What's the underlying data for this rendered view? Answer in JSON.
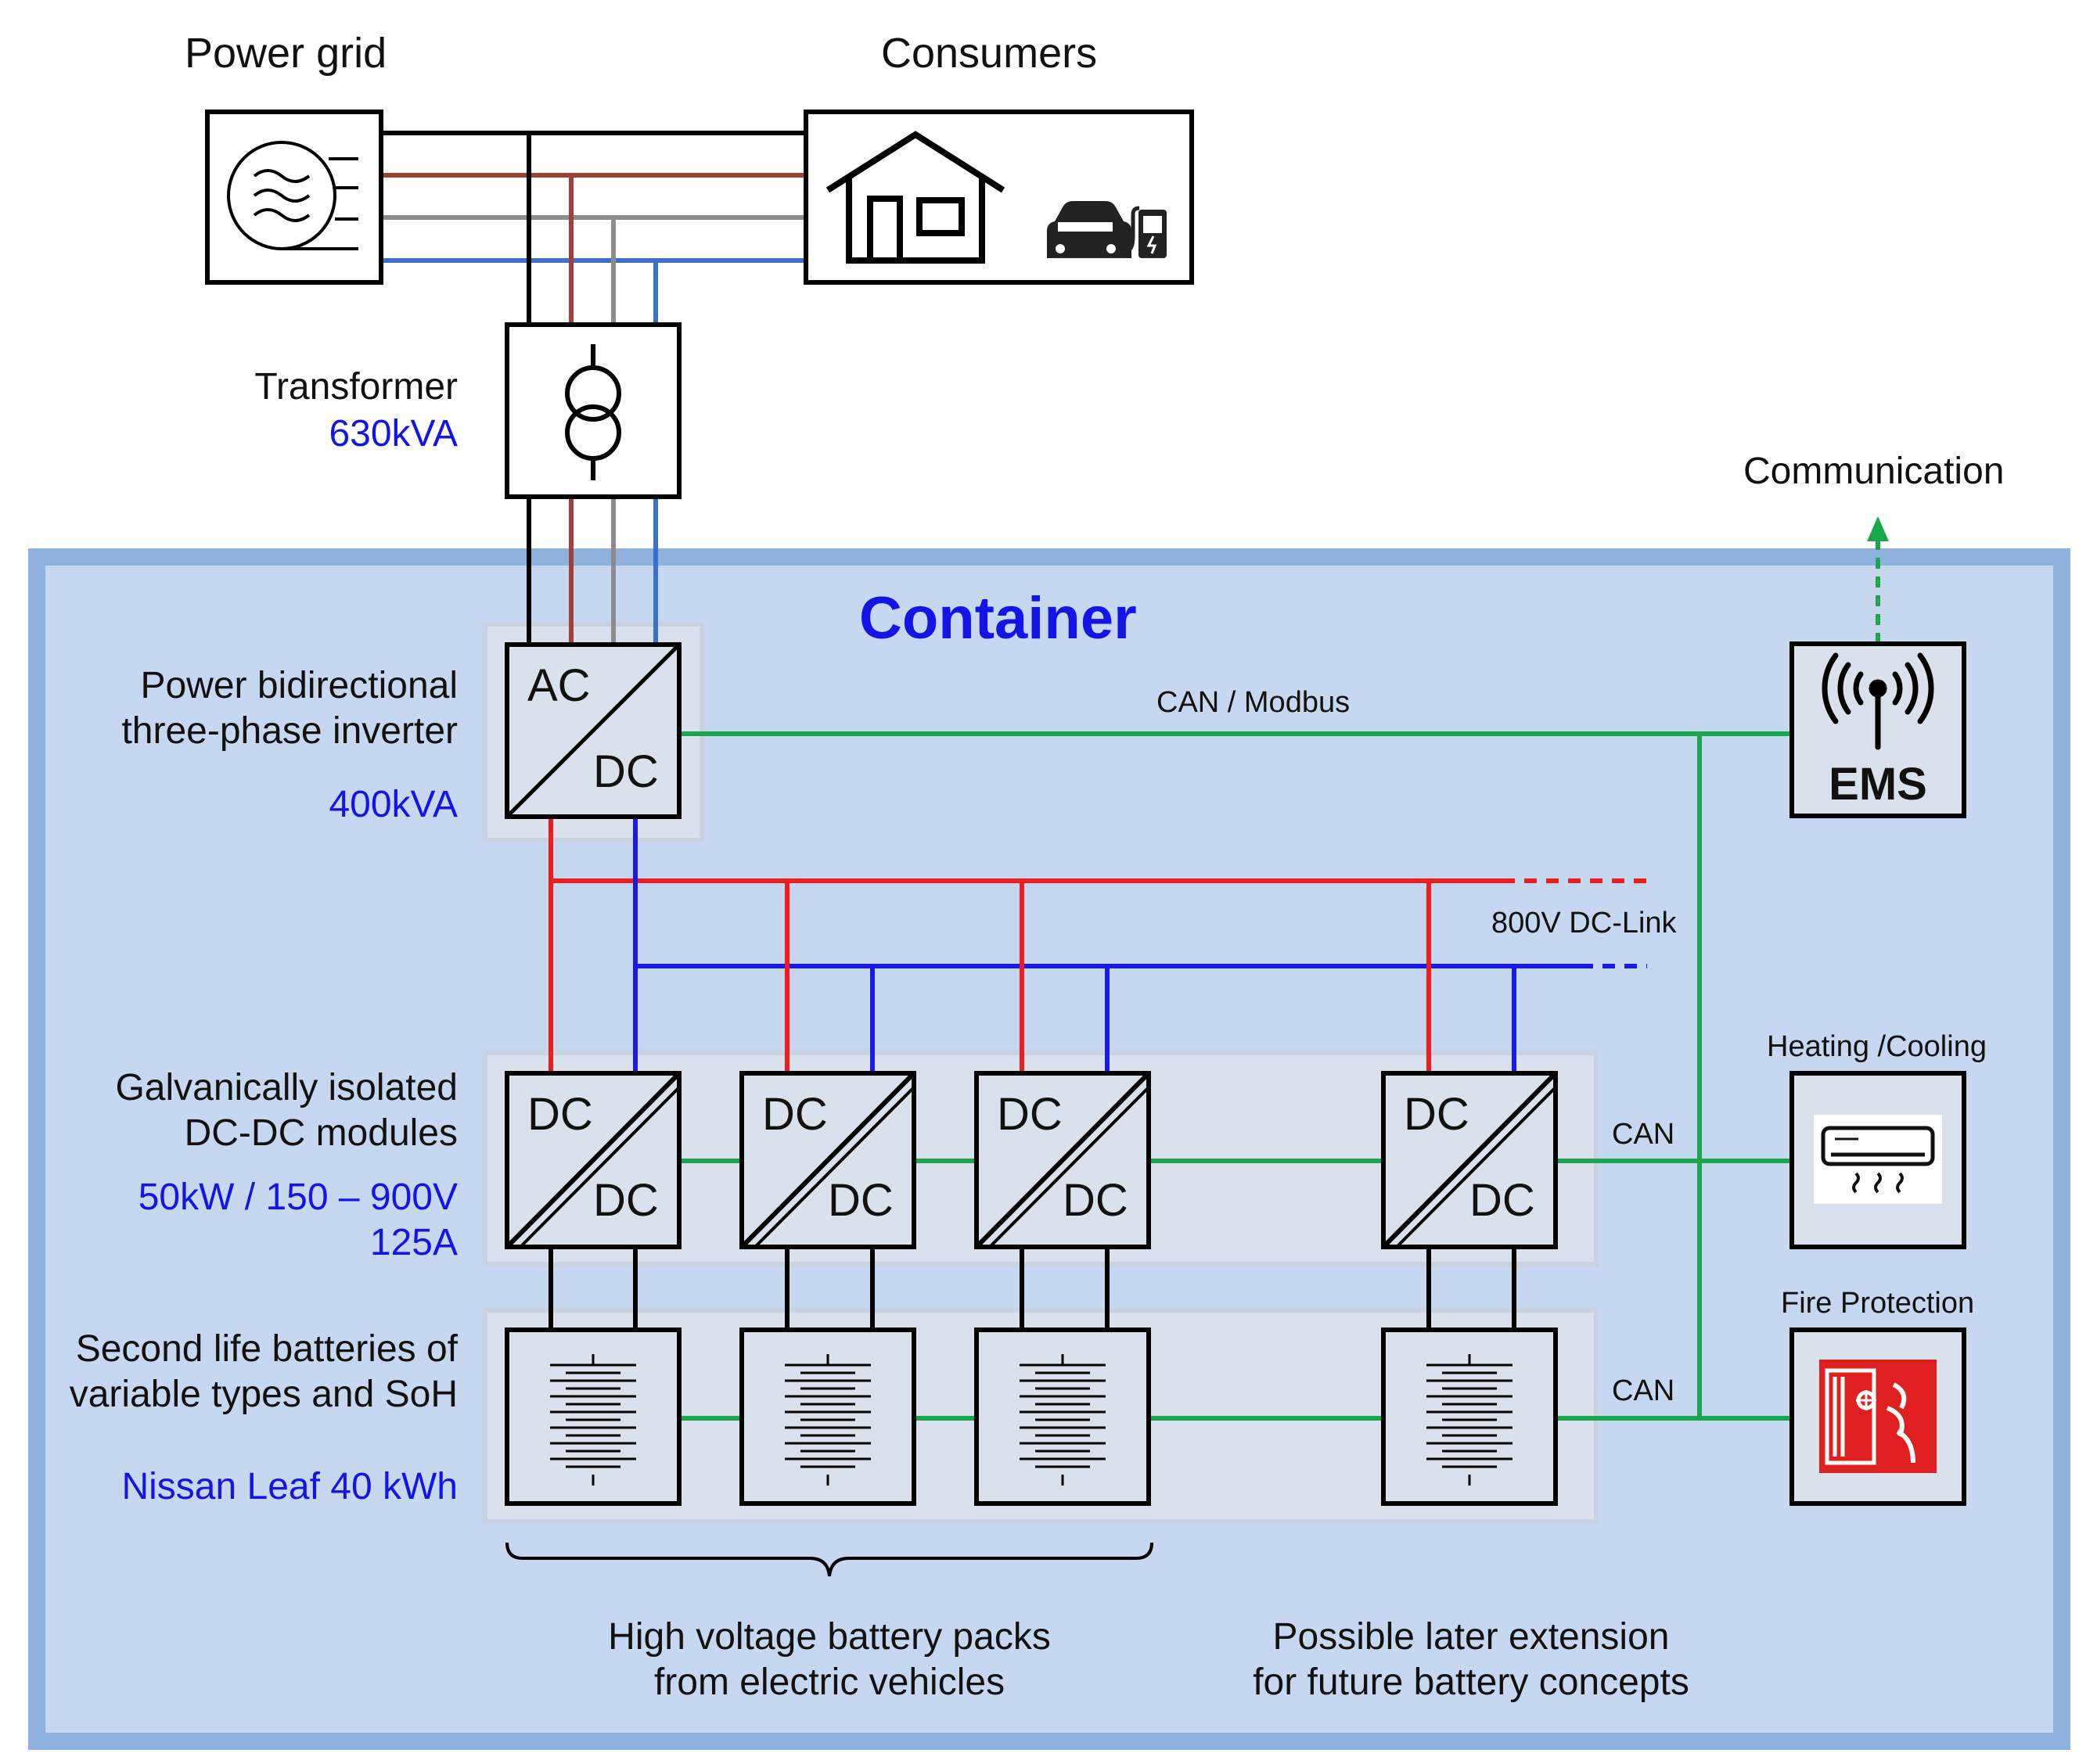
{
  "header": {
    "power_grid": "Power grid",
    "consumers": "Consumers"
  },
  "transformer": {
    "label": "Transformer",
    "rating": "630kVA"
  },
  "container": {
    "title": "Container"
  },
  "inverter": {
    "label_line1": "Power bidirectional",
    "label_line2": "three-phase inverter",
    "rating": "400kVA",
    "ac": "AC",
    "dc": "DC"
  },
  "bus": {
    "can_modbus": "CAN / Modbus",
    "dc_link": "800V DC-Link",
    "can_1": "CAN",
    "can_2": "CAN"
  },
  "communication": "Communication",
  "ems": {
    "label": "EMS"
  },
  "dcdc": {
    "label_line1": "Galvanically isolated",
    "label_line2": "DC-DC modules",
    "spec_line1": "50kW / 150 – 900V",
    "spec_line2": "125A",
    "top": "DC",
    "bottom": "DC"
  },
  "batteries": {
    "label_line1": "Second life batteries of",
    "label_line2": "variable types and SoH",
    "model": "Nissan Leaf 40 kWh"
  },
  "heating": {
    "label": "Heating /Cooling"
  },
  "fire": {
    "label": "Fire Protection"
  },
  "footer": {
    "packs_line1": "High voltage battery packs",
    "packs_line2": "from electric vehicles",
    "extension_line1": "Possible later extension",
    "extension_line2": "for future battery concepts"
  },
  "colors": {
    "container_fill": "#c5d8ef",
    "container_border": "#8fb1dd",
    "module_band": "#d9e1ec",
    "dc_positive": "#ee1c1c",
    "dc_negative": "#1a1ae6",
    "can_bus": "#1aa64a",
    "phase_brown": "#a0403a",
    "phase_grey": "#8c8c8c",
    "phase_blue": "#3a70c8",
    "title_blue": "#1414e6"
  }
}
